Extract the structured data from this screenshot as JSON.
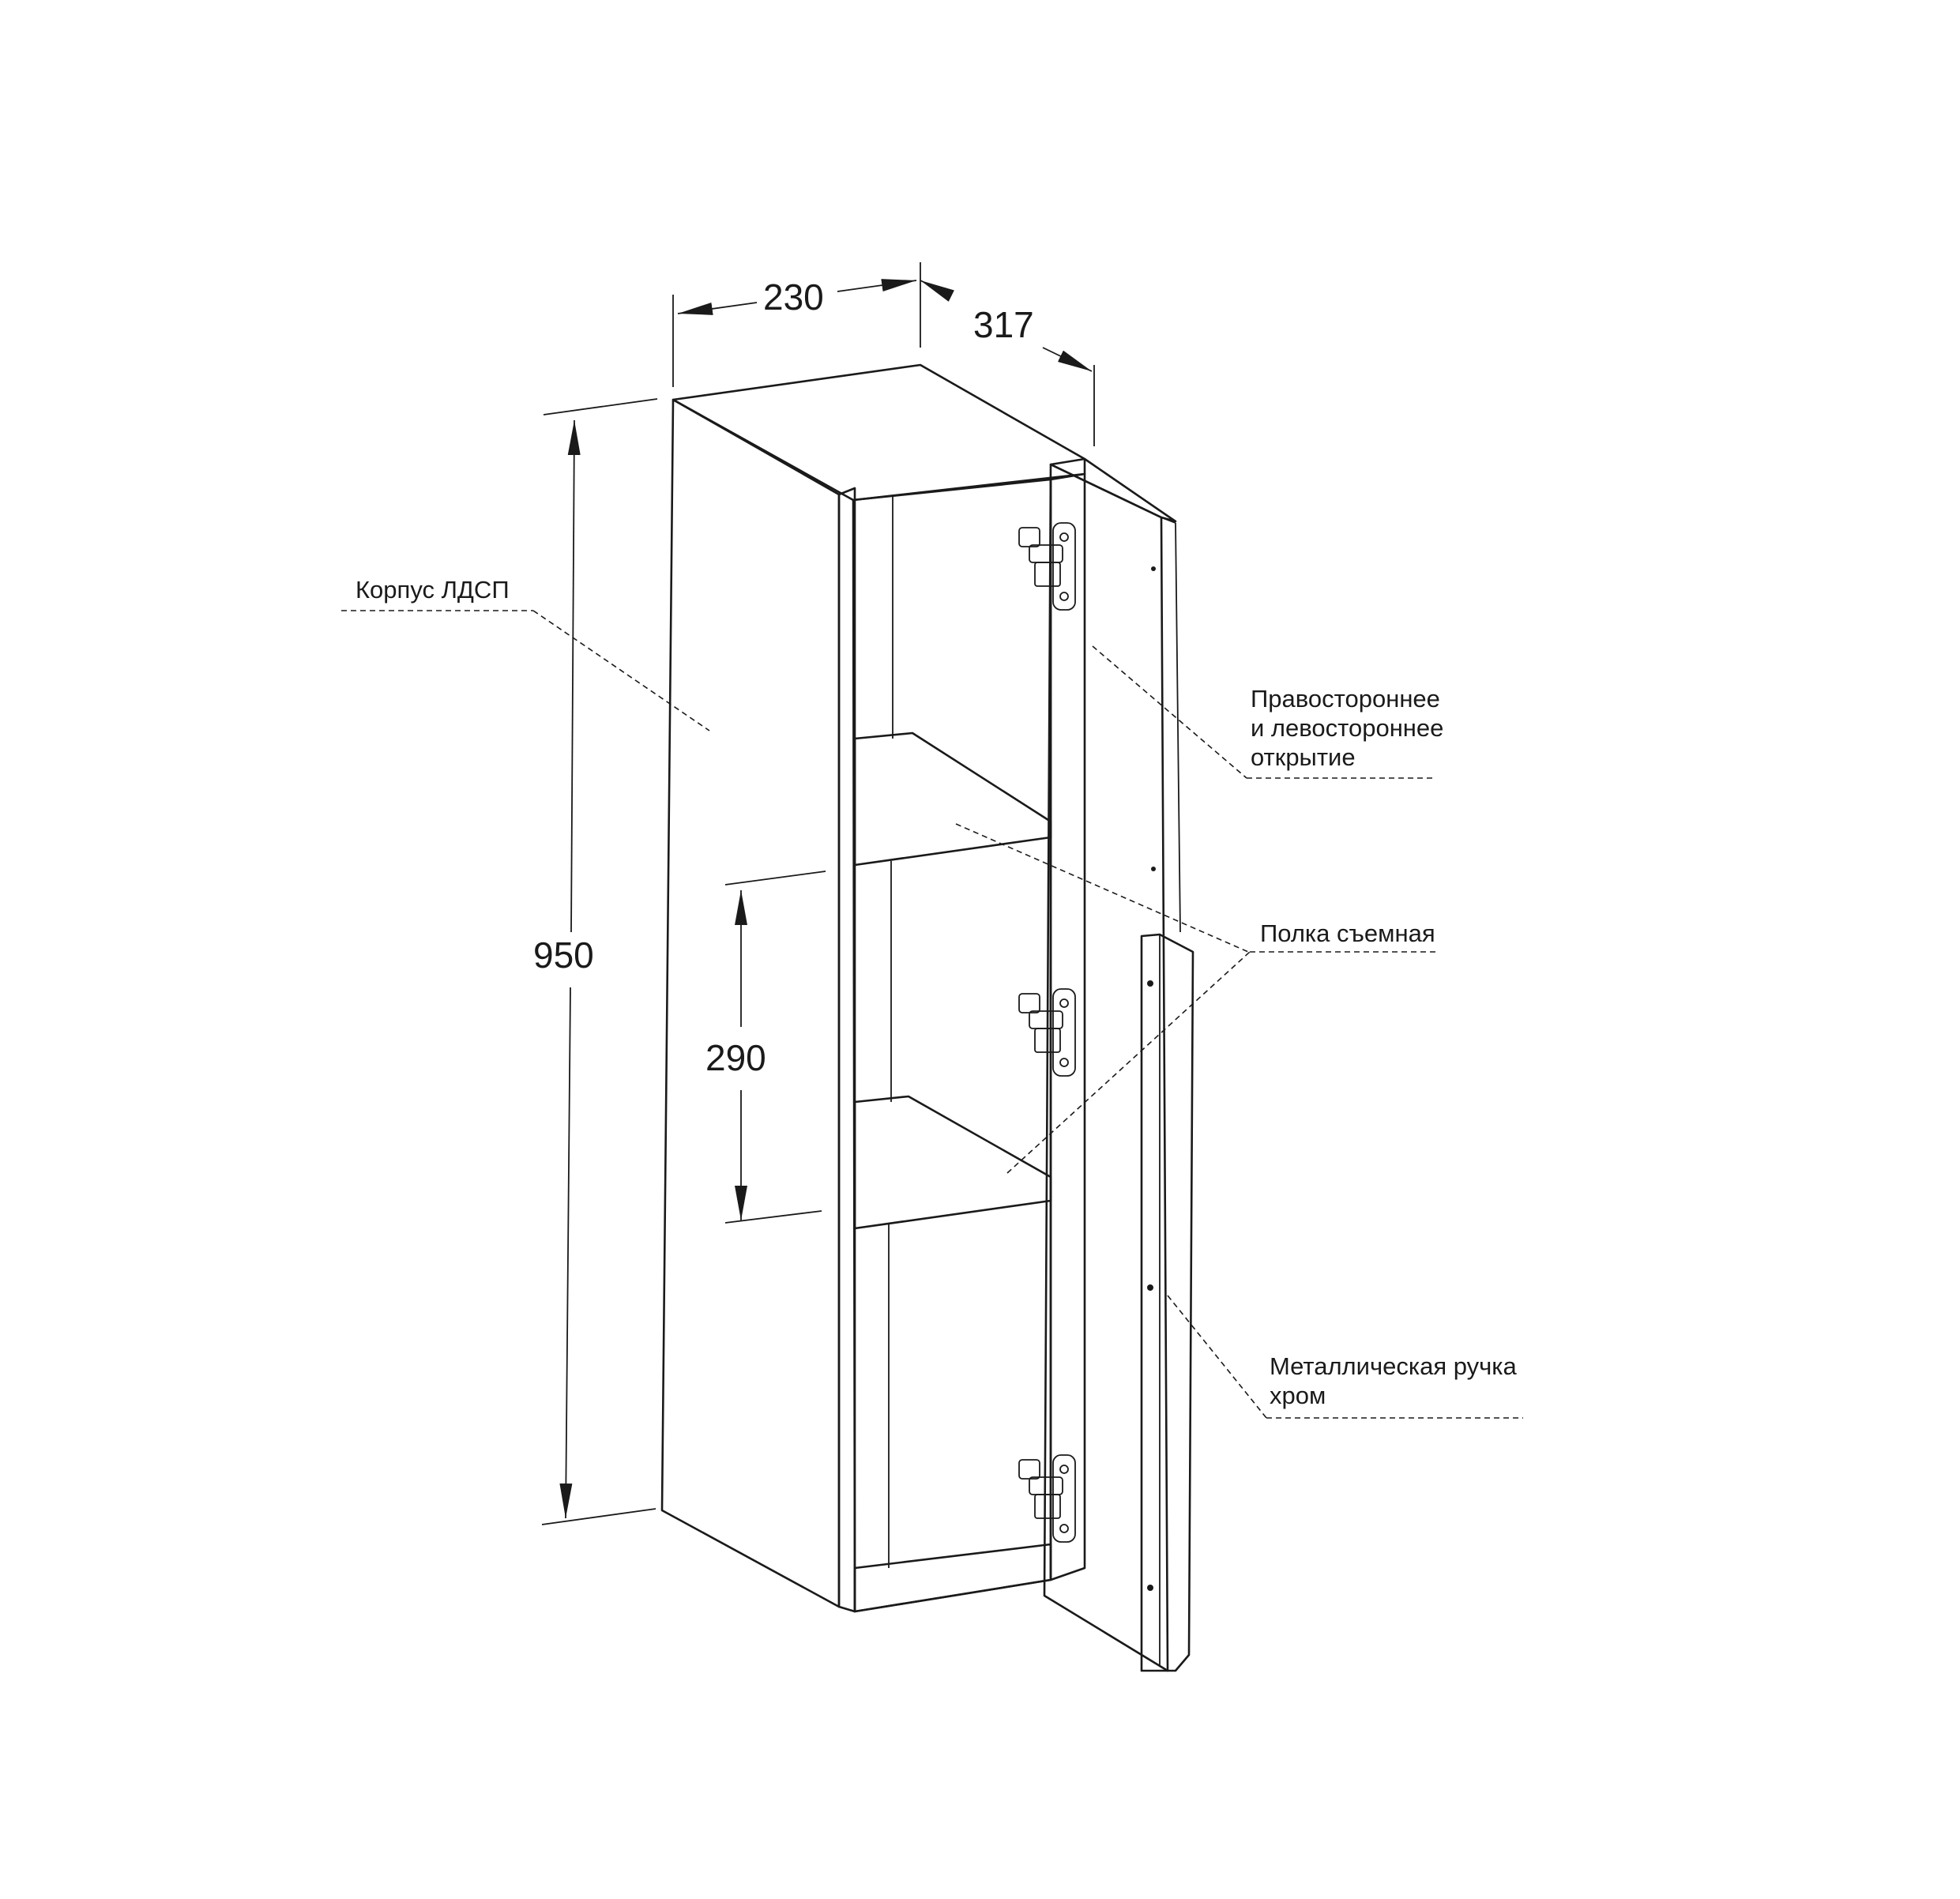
{
  "dimensions": {
    "width": "230",
    "depth": "317",
    "height": "950",
    "shelf_spacing": "290"
  },
  "callouts": {
    "body": "Корпус ЛДСП",
    "opening_line1": "Правостороннее",
    "opening_line2": "и левостороннее",
    "opening_line3": "открытие",
    "shelf": "Полка съемная",
    "handle_line1": "Металлическая ручка",
    "handle_line2": "хром"
  },
  "colors": {
    "side_panel": "#b3b3b3",
    "door": "#cccccc",
    "inner_back": "#e0e0e0",
    "edges": "#f0f0f0",
    "lines": "#1a1a1a"
  }
}
